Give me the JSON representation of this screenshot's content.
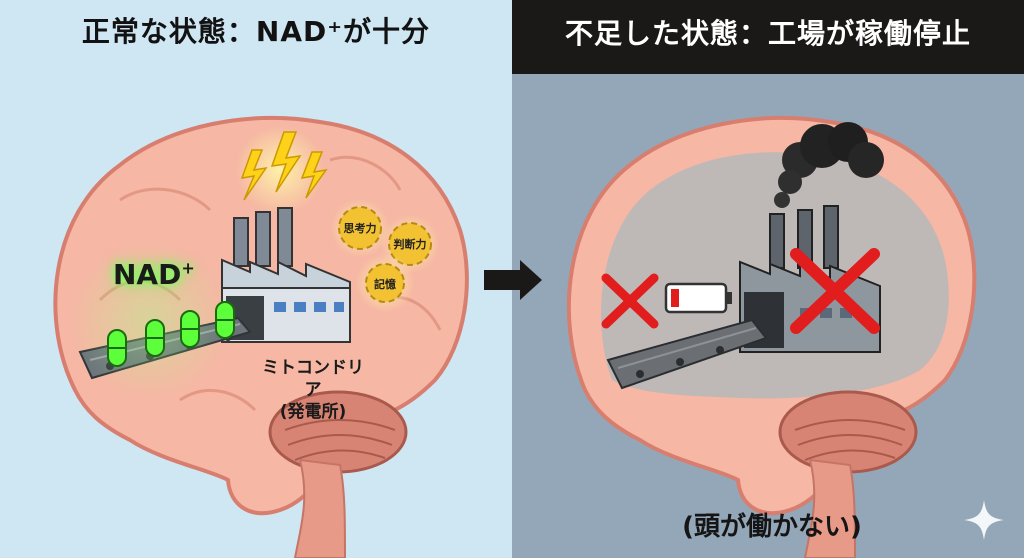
{
  "left_panel": {
    "title": "正常な状態：NAD⁺が十分",
    "nad_label": "NAD",
    "nad_sup": "+",
    "mitochondria_label_1": "ミトコンドリア",
    "mitochondria_label_2": "(発電所)",
    "gears": [
      "思考力",
      "判断力",
      "記憶"
    ]
  },
  "right_panel": {
    "title": "不足した状態：工場が稼働停止",
    "caption": "(頭が働かない)"
  },
  "colors": {
    "left_bg": "#cfe6f3",
    "right_bg": "#93a7b8",
    "brain_pink": "#f6b7a4",
    "brain_outline": "#d77e6f",
    "nad_green": "#5cff3a",
    "cross_red": "#e21d1d",
    "bolt_yellow": "#ffd21a"
  },
  "icons": [
    "lightning-icon",
    "gear-icon",
    "factory-icon",
    "conveyor-icon",
    "capsule-icon",
    "battery-low-icon",
    "cross-icon",
    "smoke-icon",
    "arrow-right-icon",
    "sparkle-icon"
  ]
}
